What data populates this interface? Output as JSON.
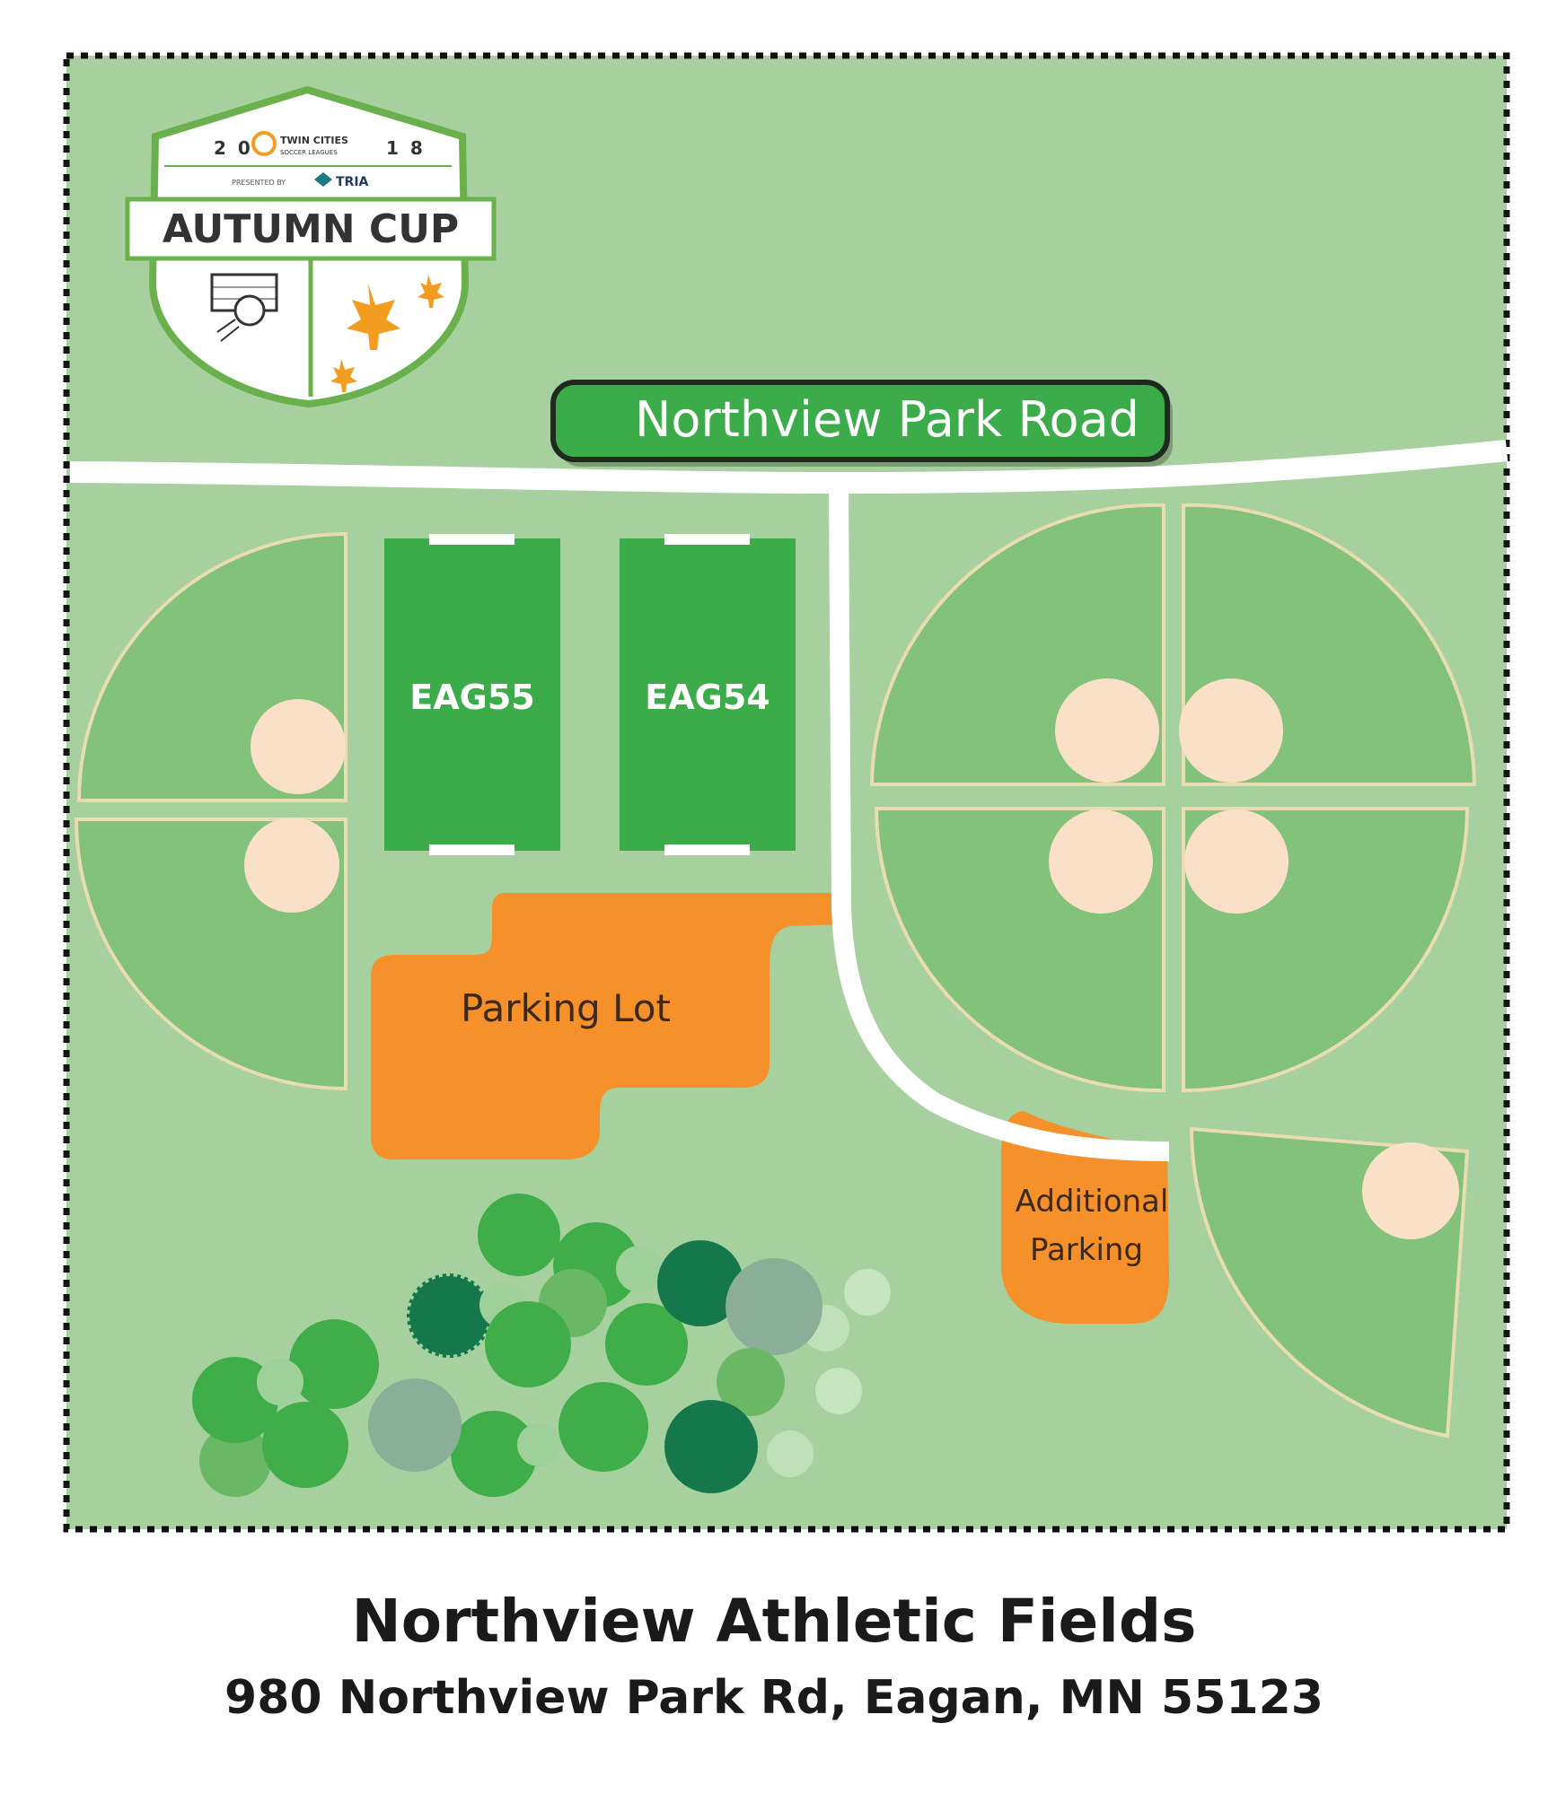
{
  "map": {
    "road_label": "Northview Park Road",
    "fields": [
      {
        "id": "EAG55",
        "label": "EAG55"
      },
      {
        "id": "EAG54",
        "label": "EAG54"
      }
    ],
    "parking_lot_label": "Parking Lot",
    "additional_parking_label": [
      "Additional",
      "Parking"
    ]
  },
  "logo": {
    "year_left": "2 0",
    "year_right": "1 8",
    "org_line1": "TWIN CITIES",
    "org_line2": "SOCCER LEAGUES",
    "presented_by": "PRESENTED BY",
    "sponsor": "TRIA",
    "event": "AUTUMN CUP"
  },
  "footer": {
    "title": "Northview Athletic Fields",
    "address": "980 Northview Park Rd, Eagan, MN 55123"
  },
  "colors": {
    "background": "#a6d19e",
    "field_light": "#82c27a",
    "field_dark": "#3cab4a",
    "road": "#ffffff",
    "infield": "#fbe0c8",
    "parking": "#f5902a",
    "tree_light": "#6ab865",
    "tree_mid": "#3fae4a",
    "tree_dark": "#15784c",
    "tree_gray": "#8aae98",
    "logo_green": "#6ab04c",
    "logo_orange": "#f29d1f"
  }
}
